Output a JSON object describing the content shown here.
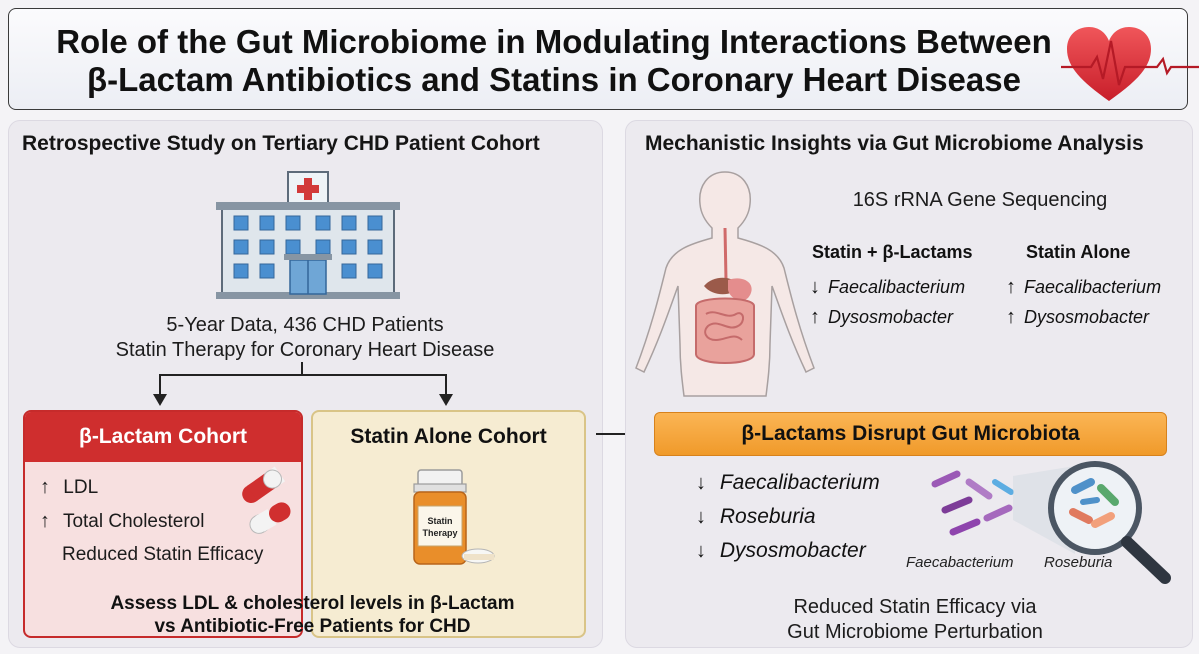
{
  "title": {
    "line1": "Role of the Gut Microbiome in Modulating Interactions Between",
    "line2": "β-Lactam Antibiotics and Statins in Coronary Heart Disease"
  },
  "left_panel": {
    "heading": "Retrospective Study on Tertiary CHD Patient Cohort",
    "data_line1": "5-Year Data, 436 CHD Patients",
    "data_line2": "Statin Therapy for Coronary Heart Disease",
    "beta_cohort": {
      "title": "β-Lactam Cohort",
      "items": [
        "LDL",
        "Total Cholesterol",
        "Reduced Statin Efficacy"
      ]
    },
    "statin_cohort": {
      "title": "Statin Alone Cohort",
      "bottle_label_1": "Statin",
      "bottle_label_2": "Therapy"
    },
    "assess_line1": "Assess LDL & cholesterol levels in β-Lactam",
    "assess_line2": "vs Antibiotic-Free Patients for CHD"
  },
  "right_panel": {
    "heading": "Mechanistic Insights via Gut Microbiome Analysis",
    "sequencing": "16S rRNA Gene Sequencing",
    "col1_title": "Statin + β-Lactams",
    "col2_title": "Statin Alone",
    "col1_items": [
      "Faecalibacterium",
      "Dysosmobacter"
    ],
    "col2_items": [
      "Faecalibacterium",
      "Dysosmobacter"
    ],
    "disrupt_title": "β-Lactams Disrupt Gut Microbiota",
    "disrupted_taxa": [
      "Faecalibacterium",
      "Roseburia",
      "Dysosmobacter"
    ],
    "magnifier_label_1": "Faecabacterium",
    "magnifier_label_2": "Roseburia",
    "conclusion_line1": "Reduced Statin Efficacy via",
    "conclusion_line2": "Gut Microbiome Perturbation"
  },
  "glyphs": {
    "up": "↑",
    "down": "↓"
  },
  "colors": {
    "beta_red": "#cf2e2e",
    "statin_tan": "#d9c487",
    "disrupt_orange": "#f09a2a",
    "panel_bg": "#eceaef"
  }
}
